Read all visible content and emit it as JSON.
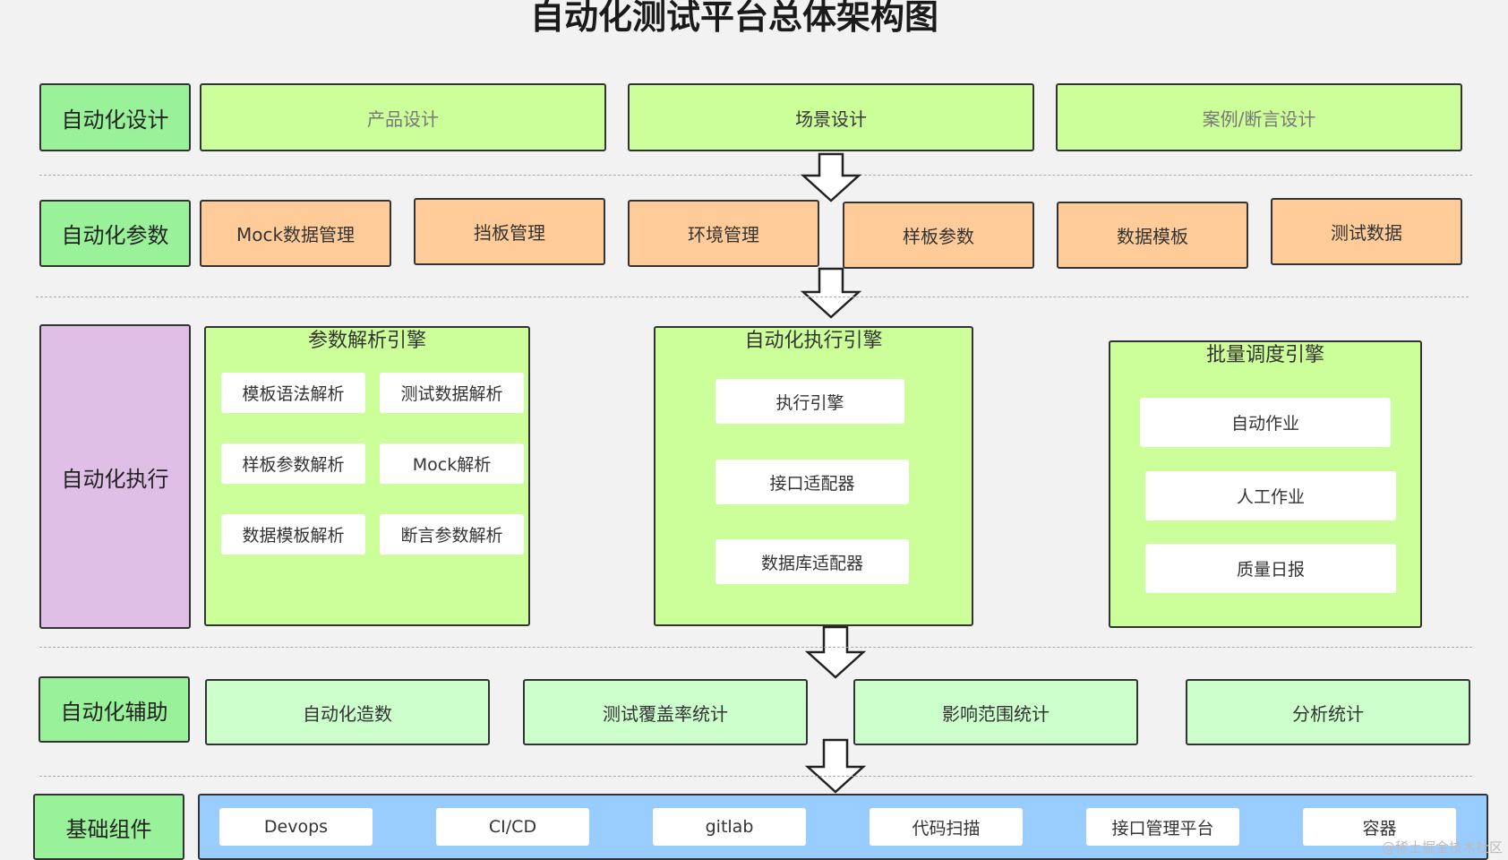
{
  "title": "自动化测试平台总体架构图",
  "rows": {
    "design": {
      "label": "自动化设计",
      "items": [
        "产品设计",
        "场景设计",
        "案例/断言设计"
      ]
    },
    "params": {
      "label": "自动化参数",
      "items": [
        "Mock数据管理",
        "挡板管理",
        "环境管理",
        "样板参数",
        "数据模板",
        "测试数据"
      ]
    },
    "execution": {
      "label": "自动化执行",
      "param_engine": {
        "title": "参数解析引擎",
        "items": [
          "模板语法解析",
          "测试数据解析",
          "样板参数解析",
          "Mock解析",
          "数据模板解析",
          "断言参数解析"
        ]
      },
      "exec_engine": {
        "title": "自动化执行引擎",
        "items": [
          "执行引擎",
          "接口适配器",
          "数据库适配器"
        ]
      },
      "batch_engine": {
        "title": "批量调度引擎",
        "items": [
          "自动作业",
          "人工作业",
          "质量日报"
        ]
      }
    },
    "assist": {
      "label": "自动化辅助",
      "items": [
        "自动化造数",
        "测试覆盖率统计",
        "影响范围统计",
        "分析统计"
      ]
    },
    "base": {
      "label": "基础组件",
      "items": [
        "Devops",
        "CI/CD",
        "gitlab",
        "代码扫描",
        "接口管理平台",
        "容器"
      ]
    }
  },
  "watermark": "@稀土掘金技术社区",
  "colors": {
    "label_green": "#99f299",
    "label_purple": "#e0bfe6",
    "box_green": "#ccff99",
    "box_orange": "#ffcc99",
    "box_mint": "#ccffcc",
    "bar_blue": "#99ccff"
  }
}
